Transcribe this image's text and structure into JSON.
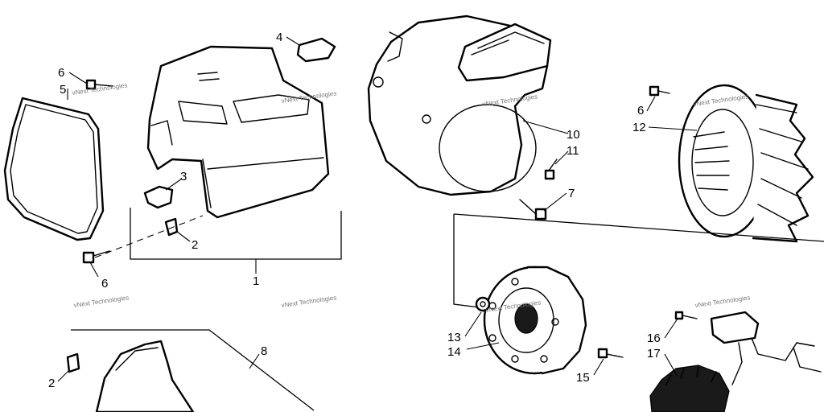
{
  "callouts": {
    "c1": "1",
    "c2a": "2",
    "c2b": "2",
    "c3": "3",
    "c4": "4",
    "c5": "5",
    "c6a": "6",
    "c6b": "6",
    "c6c": "6",
    "c7": "7",
    "c8": "8",
    "c10": "10",
    "c11": "11",
    "c12": "12",
    "c13": "13",
    "c14": "14",
    "c15": "15",
    "c16": "16",
    "c17": "17"
  },
  "watermark": {
    "text": "vNext Technologies"
  }
}
